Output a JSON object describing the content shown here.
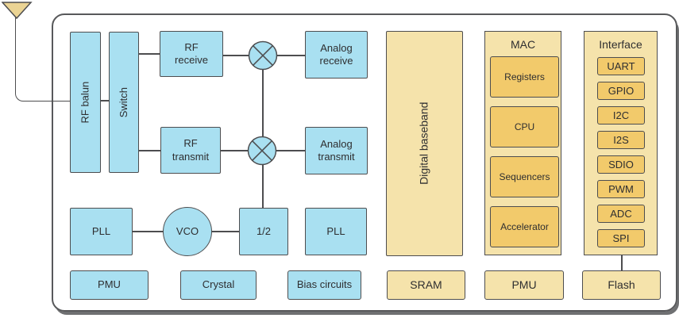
{
  "colors": {
    "bg": "#ffffff",
    "blue": "#a9e0f1",
    "tan": "#f5e3ab",
    "gold": "#f2ca6b",
    "antenna": "#ebd494",
    "line": "#4d4d4f",
    "outline": "#58595b",
    "shadow": "#6f7072",
    "text": "#2e2e30"
  },
  "labels": {
    "rf_balun": "RF balun",
    "switch": "Switch",
    "rf_receive": "RF\nreceive",
    "rf_transmit": "RF\ntransmit",
    "analog_receive": "Analog\nreceive",
    "analog_transmit": "Analog\ntransmit",
    "pll_left": "PLL",
    "vco": "VCO",
    "divide_by_two": "1/2",
    "pll_right": "PLL",
    "pmu_left": "PMU",
    "crystal": "Crystal",
    "bias_circuits": "Bias circuits",
    "digital_baseband": "Digital baseband",
    "sram": "SRAM",
    "pmu_right": "PMU",
    "flash": "Flash"
  },
  "mac": {
    "title": "MAC",
    "items": [
      "Registers",
      "CPU",
      "Sequencers",
      "Accelerator"
    ]
  },
  "interface": {
    "title": "Interface",
    "items": [
      "UART",
      "GPIO",
      "I2C",
      "I2S",
      "SDIO",
      "PWM",
      "ADC",
      "SPI"
    ]
  }
}
